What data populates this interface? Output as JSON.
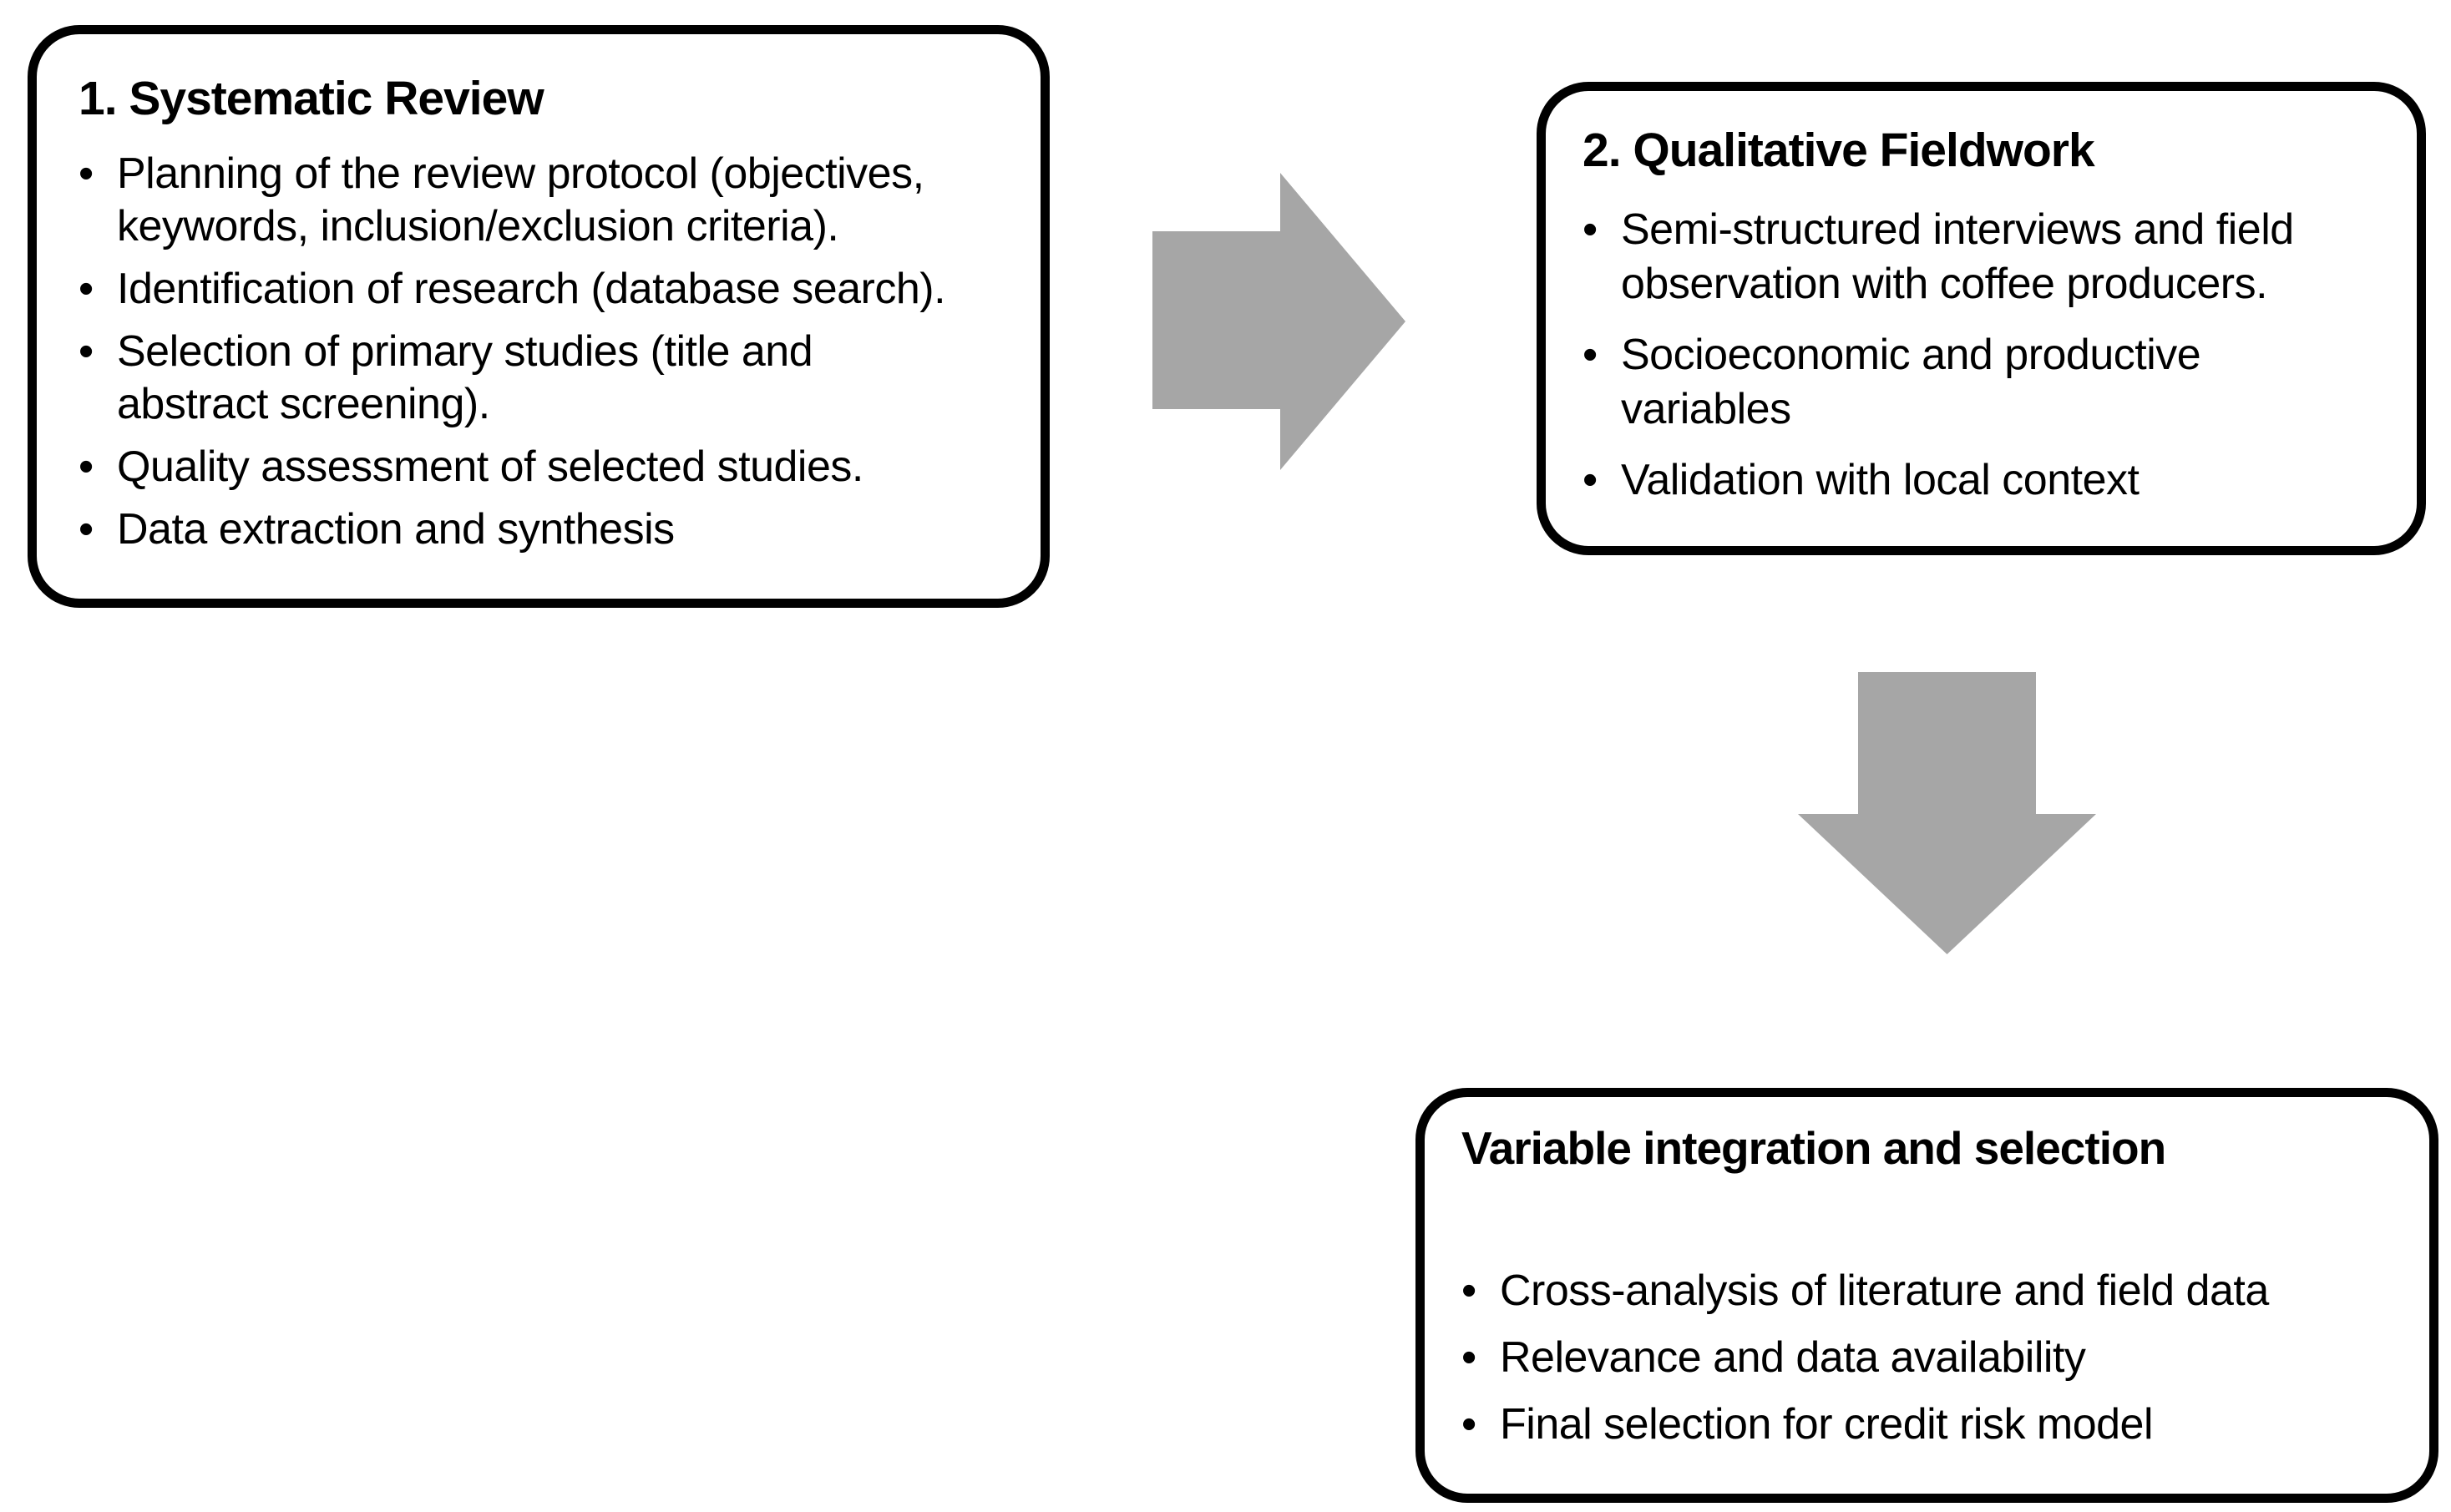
{
  "diagram": {
    "bullet_char": "•",
    "colors": {
      "arrow": "#a6a6a6",
      "border": "#000000",
      "background": "#ffffff",
      "text": "#000000"
    },
    "boxes": [
      {
        "id": "systematic-review",
        "title": "1. Systematic Review",
        "bullets": [
          "Planning of the review protocol (objectives,\nkeywords, inclusion/exclusion criteria).",
          "Identification of research (database search).",
          "Selection of primary studies (title and\nabstract screening).",
          "Quality assessment of selected studies.",
          "Data extraction and synthesis"
        ]
      },
      {
        "id": "qualitative-fieldwork",
        "title": "2. Qualitative Fieldwork",
        "bullets": [
          "Semi-structured interviews and field\nobservation with coffee producers.",
          "Socioeconomic and productive\nvariables",
          "Validation with local context"
        ]
      },
      {
        "id": "variable-integration-selection",
        "title": "Variable integration and selection",
        "bullets": [
          "Cross-analysis of literature and field data",
          "Relevance and data availability",
          "Final selection for credit risk model"
        ]
      }
    ],
    "arrows": [
      {
        "name": "arrow-right",
        "direction": "right"
      },
      {
        "name": "arrow-down",
        "direction": "down"
      }
    ]
  }
}
